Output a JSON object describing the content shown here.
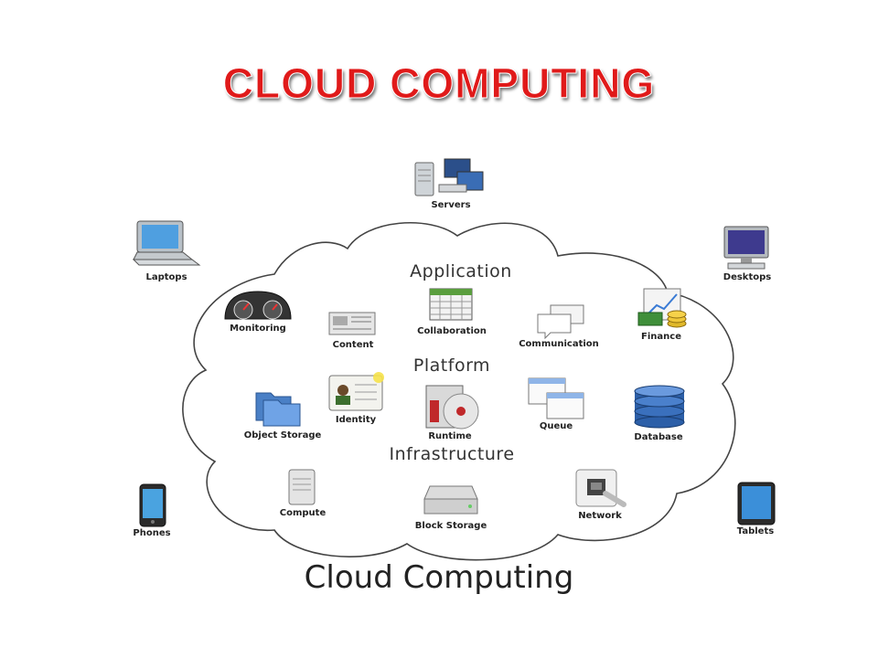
{
  "title": "CLOUD COMPUTING",
  "footer": "Cloud Computing",
  "sections": {
    "application": "Application",
    "platform": "Platform",
    "infrastructure": "Infrastructure"
  },
  "devices": {
    "servers": "Servers",
    "laptops": "Laptops",
    "desktops": "Desktops",
    "phones": "Phones",
    "tablets": "Tablets"
  },
  "application_items": {
    "monitoring": "Monitoring",
    "content": "Content",
    "collaboration": "Collaboration",
    "communication": "Communication",
    "finance": "Finance"
  },
  "platform_items": {
    "object_storage": "Object Storage",
    "identity": "Identity",
    "runtime": "Runtime",
    "queue": "Queue",
    "database": "Database"
  },
  "infrastructure_items": {
    "compute": "Compute",
    "block_storage": "Block Storage",
    "network": "Network"
  },
  "colors": {
    "title_red": "#e01a1a",
    "cloud_stroke": "#444444"
  }
}
